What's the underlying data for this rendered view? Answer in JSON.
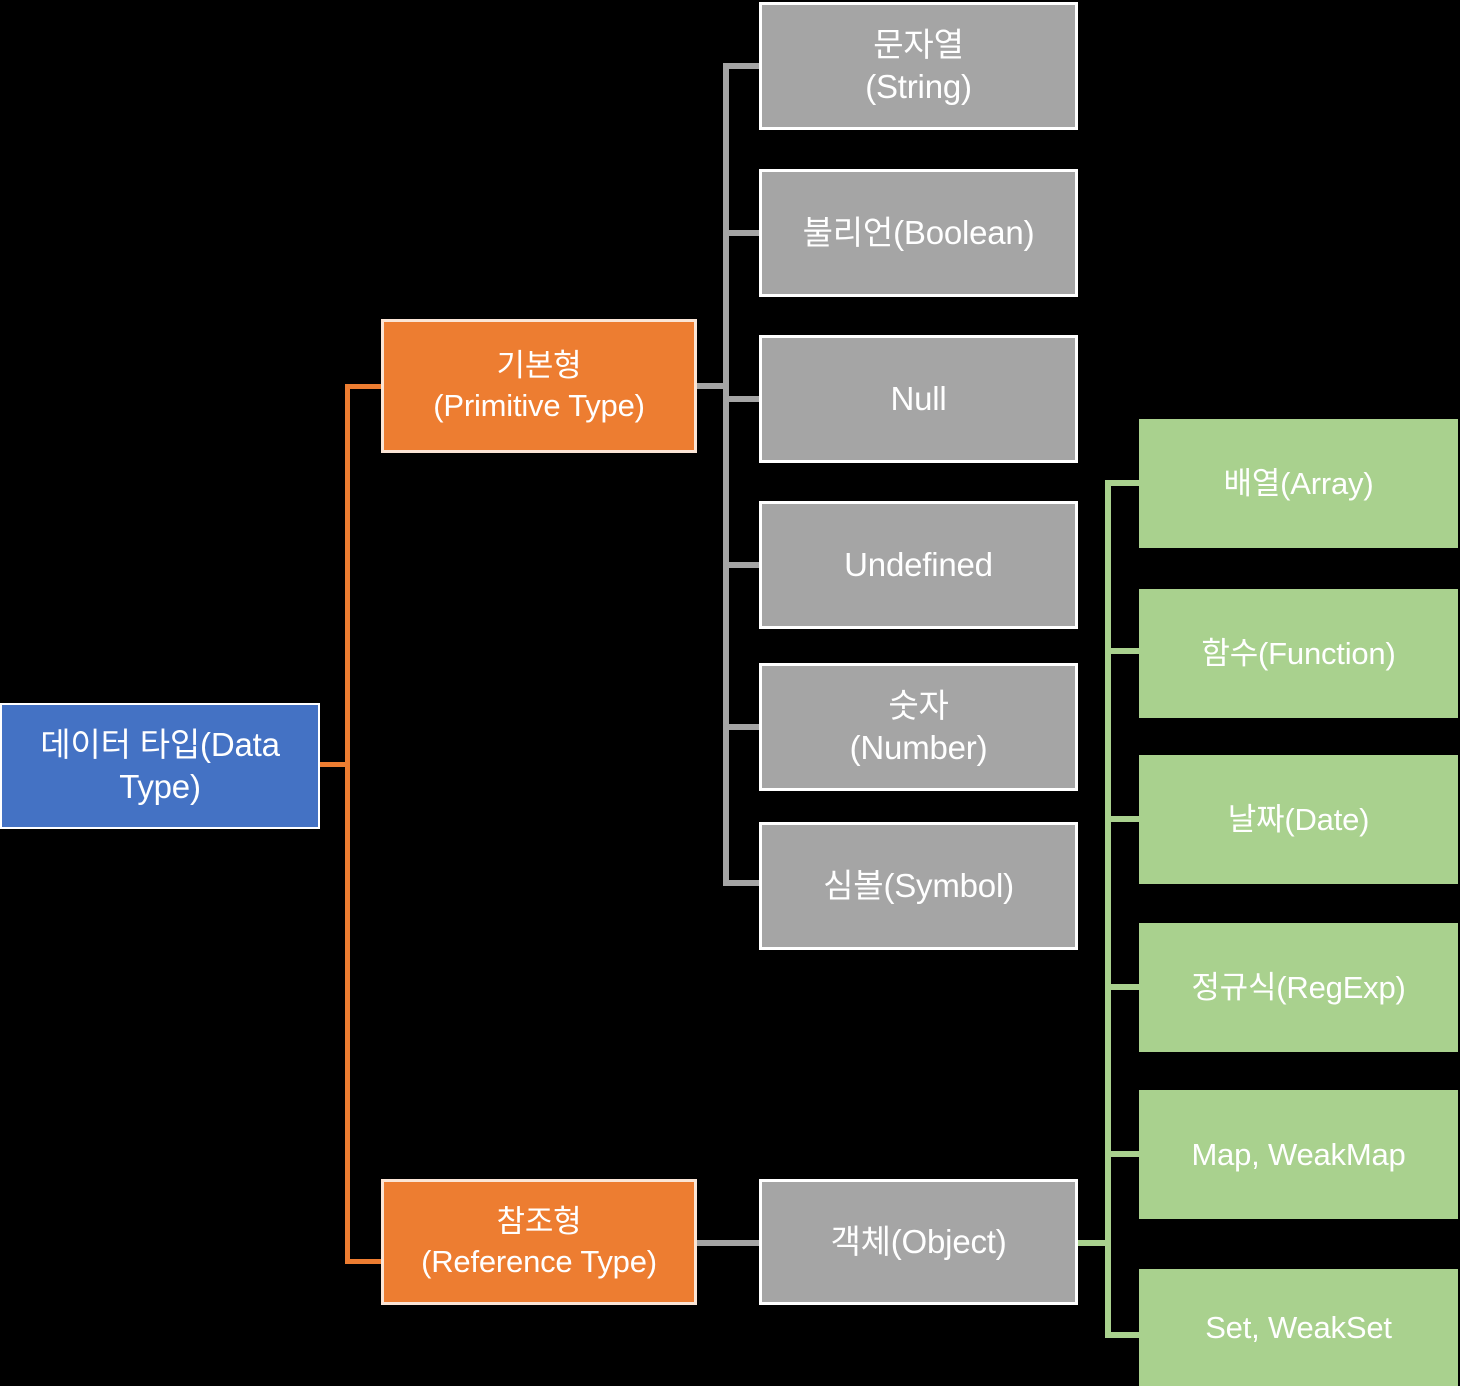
{
  "diagram": {
    "title_node": {
      "line1": "데이터 타입(Data",
      "line2": "Type)",
      "color": "#4472c4"
    },
    "categories": [
      {
        "line1": "기본형",
        "line2": "(Primitive Type)",
        "color": "#ed7d31"
      },
      {
        "line1": "참조형",
        "line2": "(Reference Type)",
        "color": "#ed7d31"
      }
    ],
    "primitive_types": [
      {
        "line1": "문자열",
        "line2": "(String)"
      },
      {
        "line1": "불리언(Boolean)",
        "line2": ""
      },
      {
        "line1": "Null",
        "line2": ""
      },
      {
        "line1": "Undefined",
        "line2": ""
      },
      {
        "line1": "숫자",
        "line2": "(Number)"
      },
      {
        "line1": "심볼(Symbol)",
        "line2": ""
      }
    ],
    "reference_types": [
      {
        "line1": "객체(Object)",
        "line2": ""
      }
    ],
    "object_subtypes": [
      {
        "line1": "배열(Array)",
        "line2": ""
      },
      {
        "line1": "함수(Function)",
        "line2": ""
      },
      {
        "line1": "날짜(Date)",
        "line2": ""
      },
      {
        "line1": "정규식(RegExp)",
        "line2": ""
      },
      {
        "line1": "Map, WeakMap",
        "line2": ""
      },
      {
        "line1": "Set, WeakSet",
        "line2": ""
      }
    ],
    "colors": {
      "root": "#4472c4",
      "category": "#ed7d31",
      "primitive": "#a5a5a5",
      "object_subtype": "#a9d18e",
      "background": "#000000",
      "text": "#ffffff"
    }
  }
}
